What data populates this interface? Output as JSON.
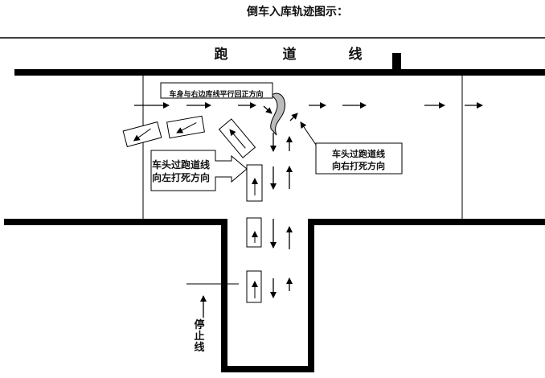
{
  "title": "倒车入库轨迹图示：",
  "runway_label": [
    "跑",
    "道",
    "线"
  ],
  "callouts": {
    "straighten": "车身与右边库线平行回正方向",
    "left_lines": [
      "车头过跑道线",
      "向左打死方向"
    ],
    "right_lines": [
      "车头过跑道线",
      "向右打死方向"
    ]
  },
  "stop_line_label": [
    "停",
    "止",
    "线"
  ]
}
